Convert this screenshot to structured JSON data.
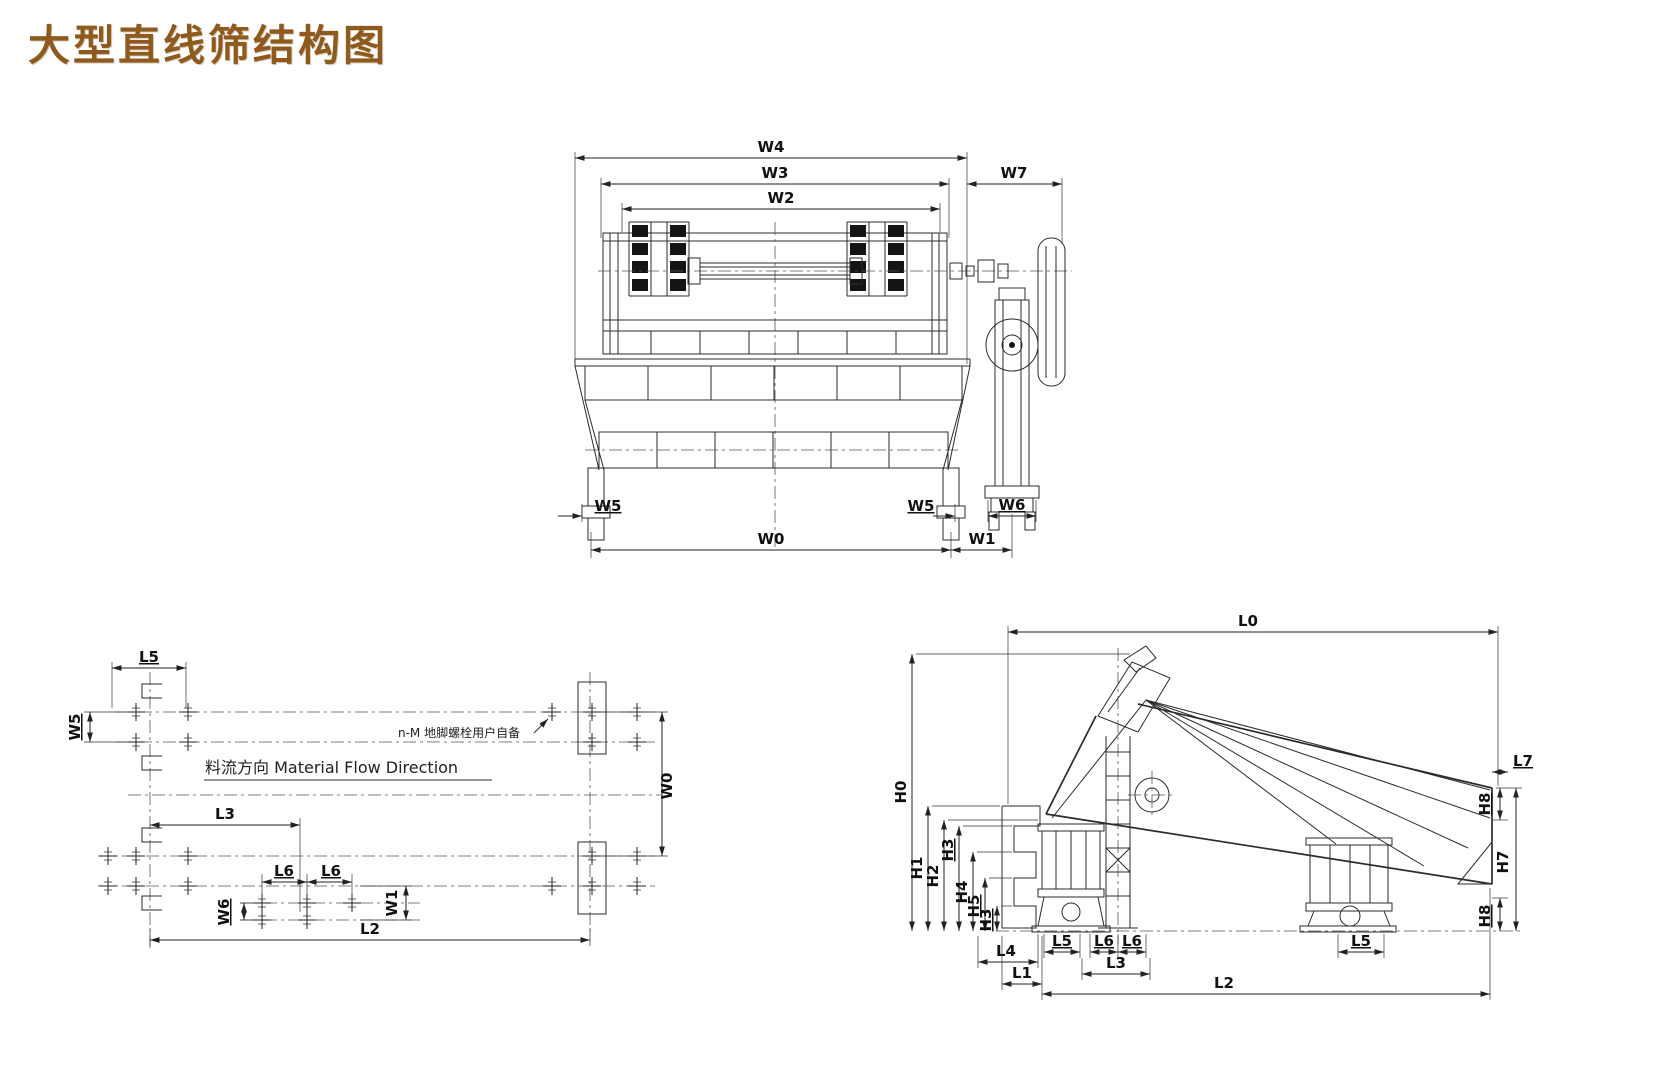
{
  "title": "大型直线筛结构图",
  "labels": {
    "W0": "W0",
    "W1": "W1",
    "W2": "W2",
    "W3": "W3",
    "W4": "W4",
    "W5": "W5",
    "W6": "W6",
    "W7": "W7",
    "L0": "L0",
    "L1": "L1",
    "L2": "L2",
    "L3": "L3",
    "L4": "L4",
    "L5": "L5",
    "L6": "L6",
    "L7": "L7",
    "H0": "H0",
    "H1": "H1",
    "H2": "H2",
    "H3": "H3",
    "H4": "H4",
    "H5": "H5",
    "H7": "H7",
    "H8": "H8"
  },
  "notes": {
    "flow_direction": "料流方向 Material Flow Direction",
    "anchor_bolt": "n-M 地脚螺栓用户自备"
  },
  "colors": {
    "title": "#8f5a1e",
    "line": "#2b2b2b"
  }
}
